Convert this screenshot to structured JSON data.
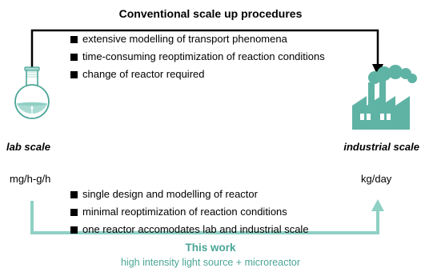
{
  "title": "Conventional scale up procedures",
  "conventional_points": [
    "extensive modelling of transport phenomena",
    "time-consuming reoptimization of reaction conditions",
    "change of reactor required"
  ],
  "lab": {
    "label": "lab scale",
    "rate": "mg/h-g/h",
    "icon": "flask-icon"
  },
  "industrial": {
    "label": "industrial scale",
    "rate": "kg/day",
    "icon": "factory-icon"
  },
  "this_work_points": [
    "single design and modelling of reactor",
    "minimal reoptimization of reaction conditions",
    "one reactor accomodates lab and industrial scale"
  ],
  "this_work": {
    "title": "This work",
    "subtitle": "high intensity light source + microreactor"
  },
  "colors": {
    "accent": "#4ba596",
    "accent_light": "#a9dbd2",
    "arrow_bottom": "#8fd0c4",
    "text": "#000000"
  }
}
